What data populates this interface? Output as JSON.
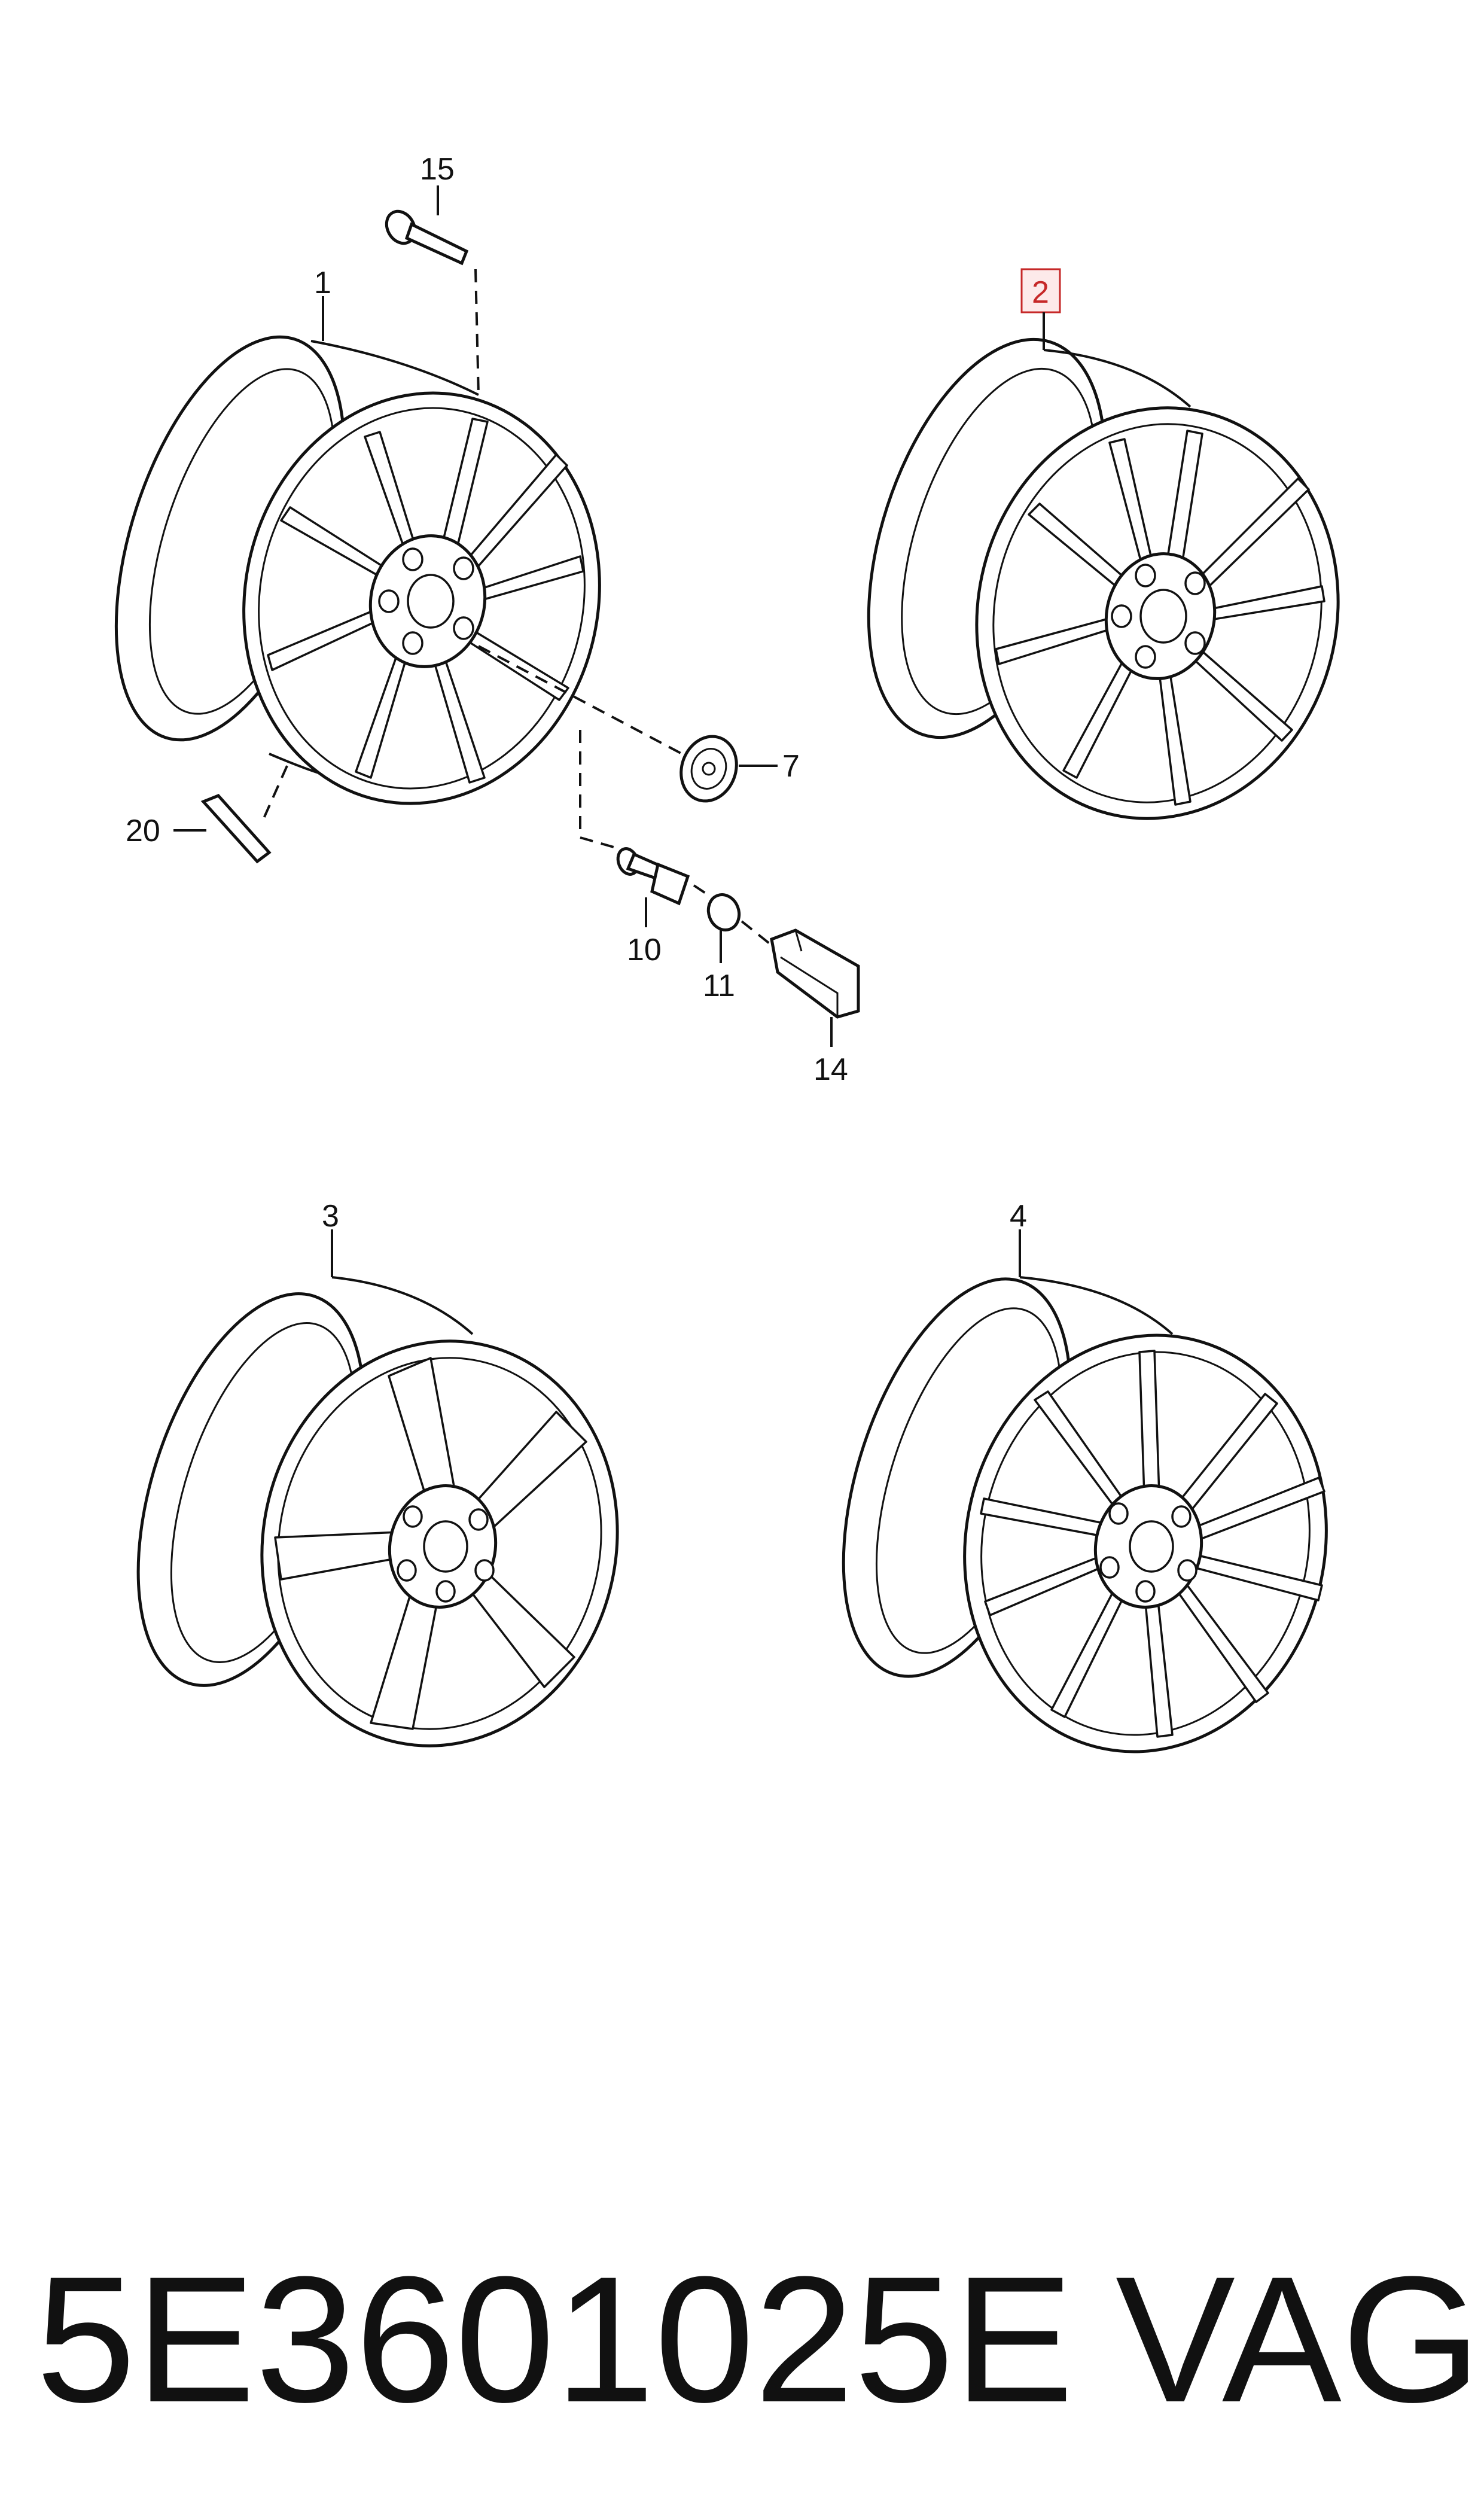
{
  "callouts": {
    "c1": "1",
    "c2": "2",
    "c3": "3",
    "c4": "4",
    "c7": "7",
    "c10": "10",
    "c11": "11",
    "c14": "14",
    "c15": "15",
    "c20": "20"
  },
  "highlighted_callout": "2",
  "highlight_color": "#c62828",
  "footer": {
    "part_number": "5E3601025E",
    "brand": "VAG"
  }
}
